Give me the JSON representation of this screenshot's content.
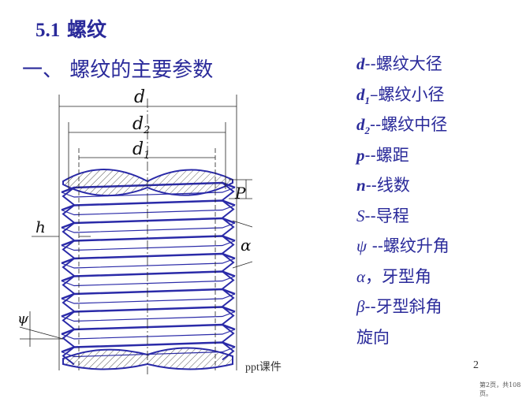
{
  "slide": {
    "title_num": "5.1",
    "title_text": "螺纹",
    "subtitle": "一、 螺纹的主要参数",
    "params": [
      {
        "sym": "d",
        "text": "--螺纹大径"
      },
      {
        "sym": "d",
        "sub": "1",
        "text": "–螺纹小径"
      },
      {
        "sym": "d",
        "sub": "2",
        "text": "--螺纹中径"
      },
      {
        "sym": "p",
        "text": "--螺距"
      },
      {
        "sym": "n",
        "text": "--线数"
      },
      {
        "sym": "S",
        "text": "--导程"
      },
      {
        "sym": "ψ",
        "text": " --螺纹升角"
      },
      {
        "sym": "α",
        "text": "，牙型角"
      },
      {
        "sym": "β",
        "text": "--牙型斜角"
      },
      {
        "sym": "",
        "text": "旋向"
      }
    ],
    "diagram_labels": {
      "d": "d",
      "d2": "d",
      "d2_sub": "2",
      "d1": "d",
      "d1_sub": "1",
      "P": "P",
      "h": "h",
      "alpha": "α",
      "psi": "ψ"
    },
    "footer": "ppt课件",
    "page_number": "2",
    "page_info": "第2页，共108页。"
  },
  "colors": {
    "text": "#2a2a9a",
    "thread": "#2a2aa8"
  }
}
